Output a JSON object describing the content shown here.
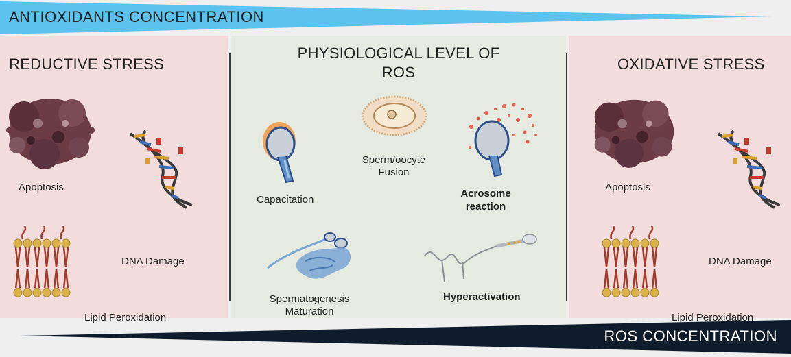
{
  "top_bar": {
    "label": "ANTIOXIDANTS CONCENTRATION",
    "color": "#5bc3ee"
  },
  "bottom_bar": {
    "label": "ROS CONCENTRATION",
    "color": "#0f1c2b"
  },
  "left_panel": {
    "title": "REDUCTIVE STRESS",
    "items": [
      "Apoptosis",
      "DNA Damage",
      "Lipid Peroxidation"
    ],
    "bg": "#f3dcdc"
  },
  "center_panel": {
    "title_line1": "PHYSIOLOGICAL LEVEL OF",
    "title_line2": "ROS",
    "items": {
      "capacitation": "Capacitation",
      "fusion_line1": "Sperm/oocyte",
      "fusion_line2": "Fusion",
      "acrosome_line1": "Acrosome",
      "acrosome_line2": "reaction",
      "spermatogenesis_line1": "Spermatogenesis",
      "spermatogenesis_line2": "Maturation",
      "hyperactivation": "Hyperactivation"
    },
    "bg": "#e5ebe1"
  },
  "right_panel": {
    "title": "OXIDATIVE STRESS",
    "items": [
      "Apoptosis",
      "DNA Damage",
      "Lipid Peroxidation"
    ],
    "bg": "#f3dcdc"
  }
}
